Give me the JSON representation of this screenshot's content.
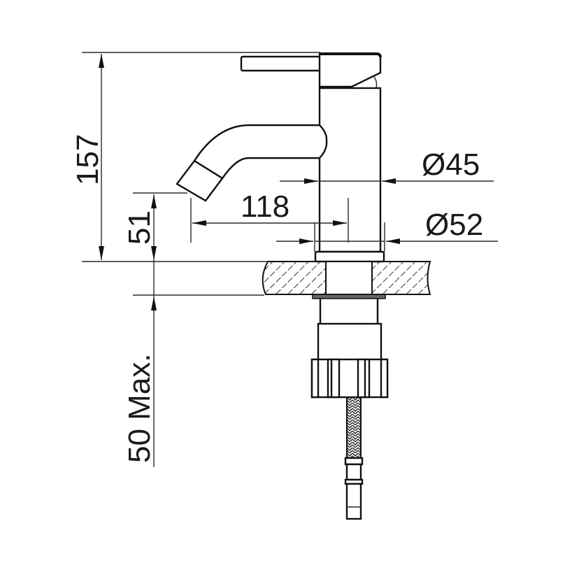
{
  "diagram": {
    "type": "technical-drawing",
    "subject": "basin mixer tap side elevation",
    "colors": {
      "line": "#111111",
      "background": "#ffffff",
      "hatch": "#333333"
    },
    "dimensions": {
      "total_height": "157",
      "spout_height": "51",
      "spout_reach": "118",
      "body_diameter": "Ø45",
      "base_diameter": "Ø52",
      "max_countertop_thickness": "50 Max."
    },
    "parts": [
      "lever-handle",
      "mixer-body",
      "spout",
      "aerator",
      "base-flange",
      "countertop-section",
      "mounting-nut",
      "braided-supply-hose",
      "hose-connector"
    ]
  }
}
